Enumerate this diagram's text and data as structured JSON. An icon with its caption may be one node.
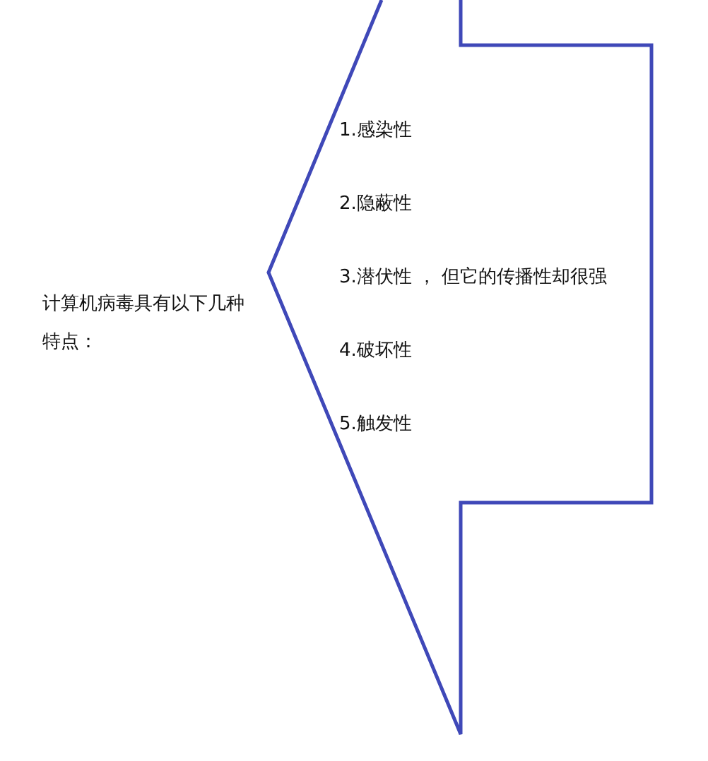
{
  "diagram": {
    "nodes": [
      {
        "text": [
          "1.感染性",
          "2.隐蔽性",
          "3.潜伏性 ， 但它的传播性却很强",
          "4.破坏性",
          "5.触发性"
        ]
      }
    ],
    "labels": [
      "计算机病毒具有以下几种特点："
    ]
  }
}
